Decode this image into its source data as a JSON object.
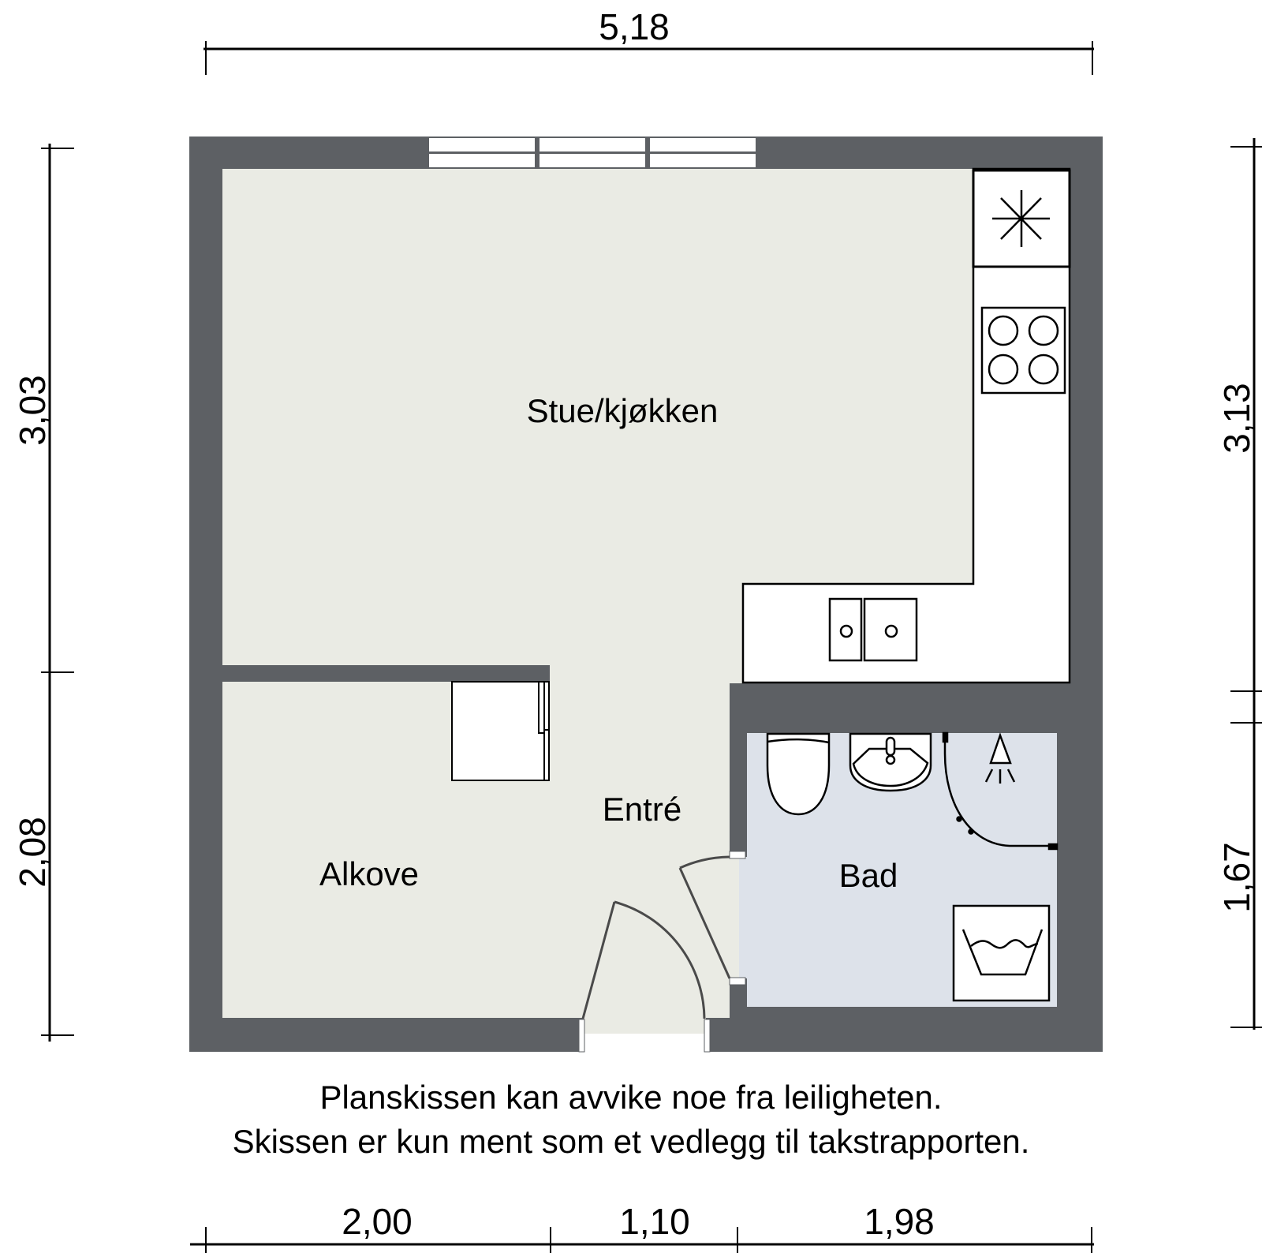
{
  "colors": {
    "wall": "#5d6064",
    "floor_main": "#eaebe4",
    "floor_bath": "#dde2ea",
    "fixture_fill": "#ffffff",
    "line": "#000000",
    "background": "#ffffff"
  },
  "dimensions": {
    "top_total": "5,18",
    "left_upper": "3,03",
    "left_lower": "2,08",
    "right_upper": "3,13",
    "right_lower": "1,67",
    "bottom_left": "2,00",
    "bottom_middle": "1,10",
    "bottom_right": "1,98"
  },
  "rooms": {
    "living_kitchen": "Stue/kjøkken",
    "entrance": "Entré",
    "alcove": "Alkove",
    "bathroom": "Bad"
  },
  "fixtures": {
    "kitchen": [
      "fridge-icon",
      "stove-icon",
      "double-sink-icon"
    ],
    "bathroom": [
      "toilet-icon",
      "washbasin-icon",
      "shower-icon",
      "washing-machine-icon"
    ],
    "entrance": [
      "wardrobe-icon"
    ]
  },
  "notes": {
    "line1": "Planskissen kan avvike noe fra leiligheten.",
    "line2": "Skissen er kun ment som et vedlegg til takstrapporten."
  }
}
